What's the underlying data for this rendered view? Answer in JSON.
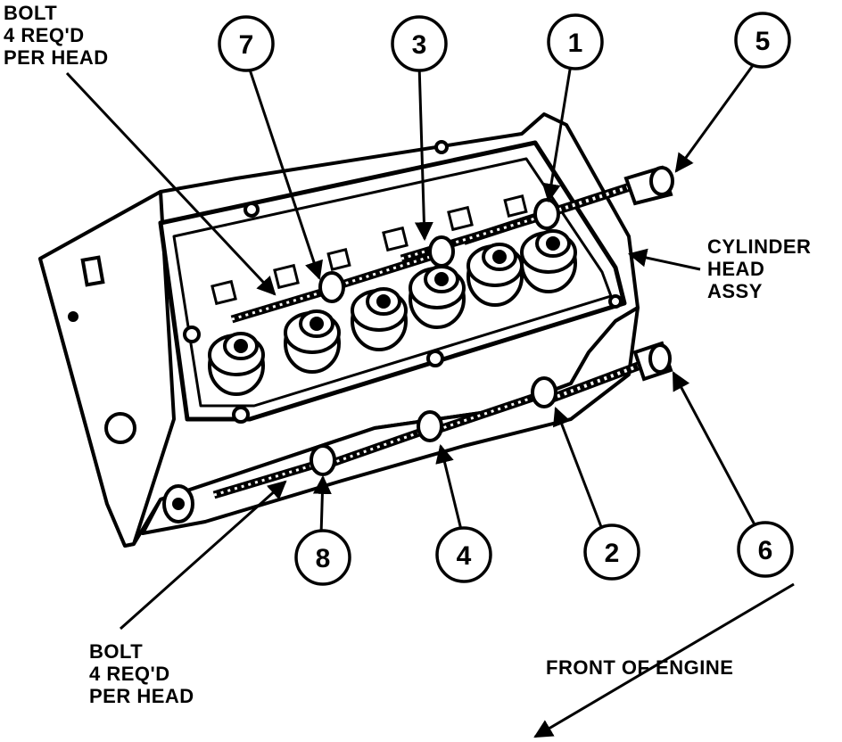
{
  "labels": {
    "bolt_top": [
      "BOLT",
      "4 REQ'D",
      "PER HEAD"
    ],
    "bolt_bottom": [
      "BOLT",
      "4 REQ'D",
      "PER HEAD"
    ],
    "cylinder_head": [
      "CYLINDER",
      "HEAD",
      "ASSY"
    ],
    "front": "FRONT OF ENGINE"
  },
  "callouts": [
    "7",
    "3",
    "1",
    "5",
    "8",
    "4",
    "2",
    "6"
  ],
  "colors": {
    "ink": "#000000",
    "paper": "#ffffff"
  }
}
